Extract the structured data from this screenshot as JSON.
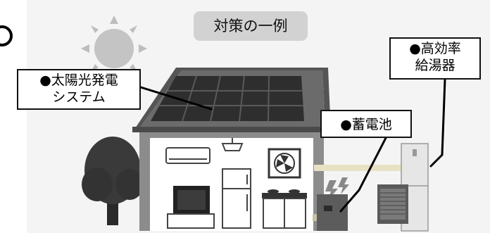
{
  "header": {
    "title": "対策の一例"
  },
  "labels": {
    "solar": {
      "line1": "●太陽光発電",
      "line2": "システム"
    },
    "battery": {
      "line1": "●蓄電池"
    },
    "water_heater": {
      "line1": "●高効率",
      "line2": "給湯器"
    }
  },
  "colors": {
    "background": "#f4f4f4",
    "roof": "#6b6b6b",
    "solar_panel": "#2e2e2e",
    "house_wall": "#8c8c8c",
    "interior": "#ffffff",
    "label_border": "#111111",
    "header_bg": "#d2d2d2"
  },
  "icons": [
    "sun-icon",
    "tree-icon",
    "air-conditioner-icon",
    "ventilation-fan-icon",
    "refrigerator-icon",
    "television-icon",
    "stove-icon",
    "lamp-icon",
    "electricity-icon"
  ]
}
